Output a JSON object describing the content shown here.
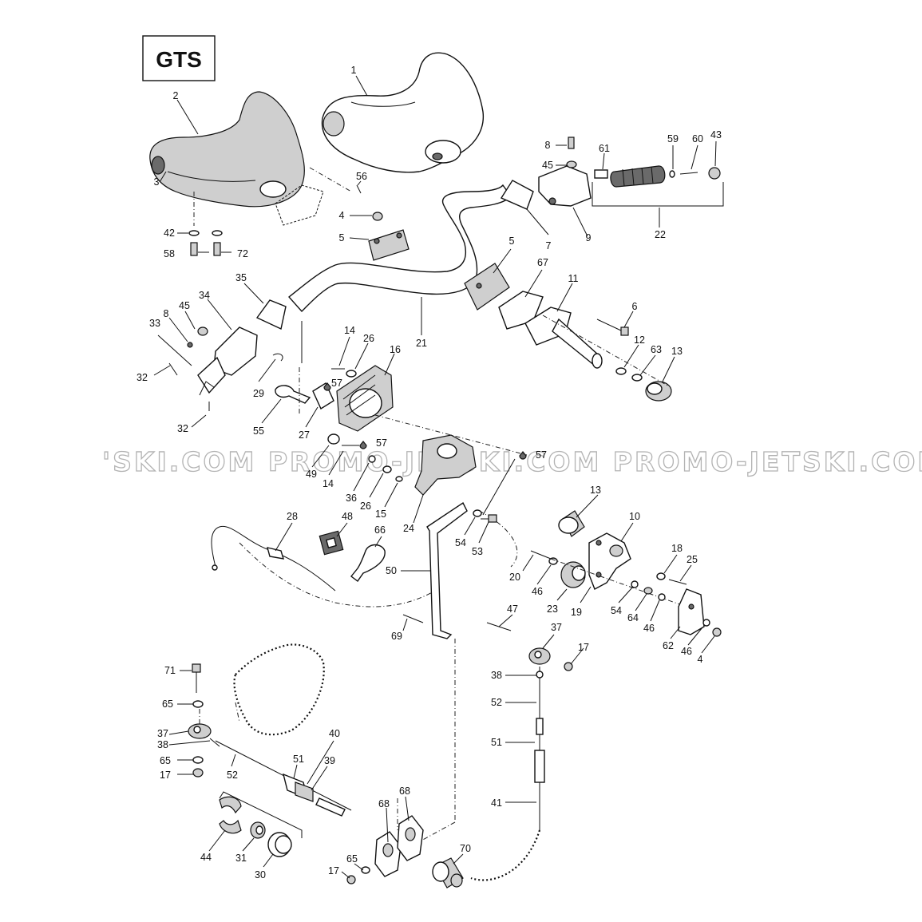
{
  "model_label": "GTS",
  "watermark": "'SKI.COM   PROMO-JETSKI.COM   PROMO-JETSKI.COM",
  "callouts": [
    {
      "text": "1"
    },
    {
      "text": "2"
    },
    {
      "text": "3"
    },
    {
      "text": "56"
    },
    {
      "text": "42"
    },
    {
      "text": "58"
    },
    {
      "text": "72"
    },
    {
      "text": "4"
    },
    {
      "text": "5"
    },
    {
      "text": "5"
    },
    {
      "text": "8"
    },
    {
      "text": "45"
    },
    {
      "text": "61"
    },
    {
      "text": "59"
    },
    {
      "text": "60"
    },
    {
      "text": "43"
    },
    {
      "text": "7"
    },
    {
      "text": "9"
    },
    {
      "text": "22"
    },
    {
      "text": "67"
    },
    {
      "text": "11"
    },
    {
      "text": "6"
    },
    {
      "text": "12"
    },
    {
      "text": "63"
    },
    {
      "text": "13"
    },
    {
      "text": "21"
    },
    {
      "text": "35"
    },
    {
      "text": "34"
    },
    {
      "text": "8"
    },
    {
      "text": "45"
    },
    {
      "text": "33"
    },
    {
      "text": "32"
    },
    {
      "text": "32"
    },
    {
      "text": "14"
    },
    {
      "text": "26"
    },
    {
      "text": "16"
    },
    {
      "text": "57"
    },
    {
      "text": "29"
    },
    {
      "text": "55"
    },
    {
      "text": "27"
    },
    {
      "text": "57"
    },
    {
      "text": "57"
    },
    {
      "text": "49"
    },
    {
      "text": "14"
    },
    {
      "text": "36"
    },
    {
      "text": "26"
    },
    {
      "text": "15"
    },
    {
      "text": "24"
    },
    {
      "text": "13"
    },
    {
      "text": "28"
    },
    {
      "text": "48"
    },
    {
      "text": "66"
    },
    {
      "text": "50"
    },
    {
      "text": "54"
    },
    {
      "text": "53"
    },
    {
      "text": "10"
    },
    {
      "text": "18"
    },
    {
      "text": "25"
    },
    {
      "text": "20"
    },
    {
      "text": "46"
    },
    {
      "text": "23"
    },
    {
      "text": "19"
    },
    {
      "text": "54"
    },
    {
      "text": "64"
    },
    {
      "text": "46"
    },
    {
      "text": "62"
    },
    {
      "text": "46"
    },
    {
      "text": "4"
    },
    {
      "text": "69"
    },
    {
      "text": "47"
    },
    {
      "text": "37"
    },
    {
      "text": "17"
    },
    {
      "text": "38"
    },
    {
      "text": "52"
    },
    {
      "text": "51"
    },
    {
      "text": "41"
    },
    {
      "text": "71"
    },
    {
      "text": "65"
    },
    {
      "text": "37"
    },
    {
      "text": "38"
    },
    {
      "text": "65"
    },
    {
      "text": "17"
    },
    {
      "text": "52"
    },
    {
      "text": "51"
    },
    {
      "text": "40"
    },
    {
      "text": "39"
    },
    {
      "text": "68"
    },
    {
      "text": "68"
    },
    {
      "text": "44"
    },
    {
      "text": "31"
    },
    {
      "text": "30"
    },
    {
      "text": "65"
    },
    {
      "text": "17"
    },
    {
      "text": "70"
    }
  ]
}
